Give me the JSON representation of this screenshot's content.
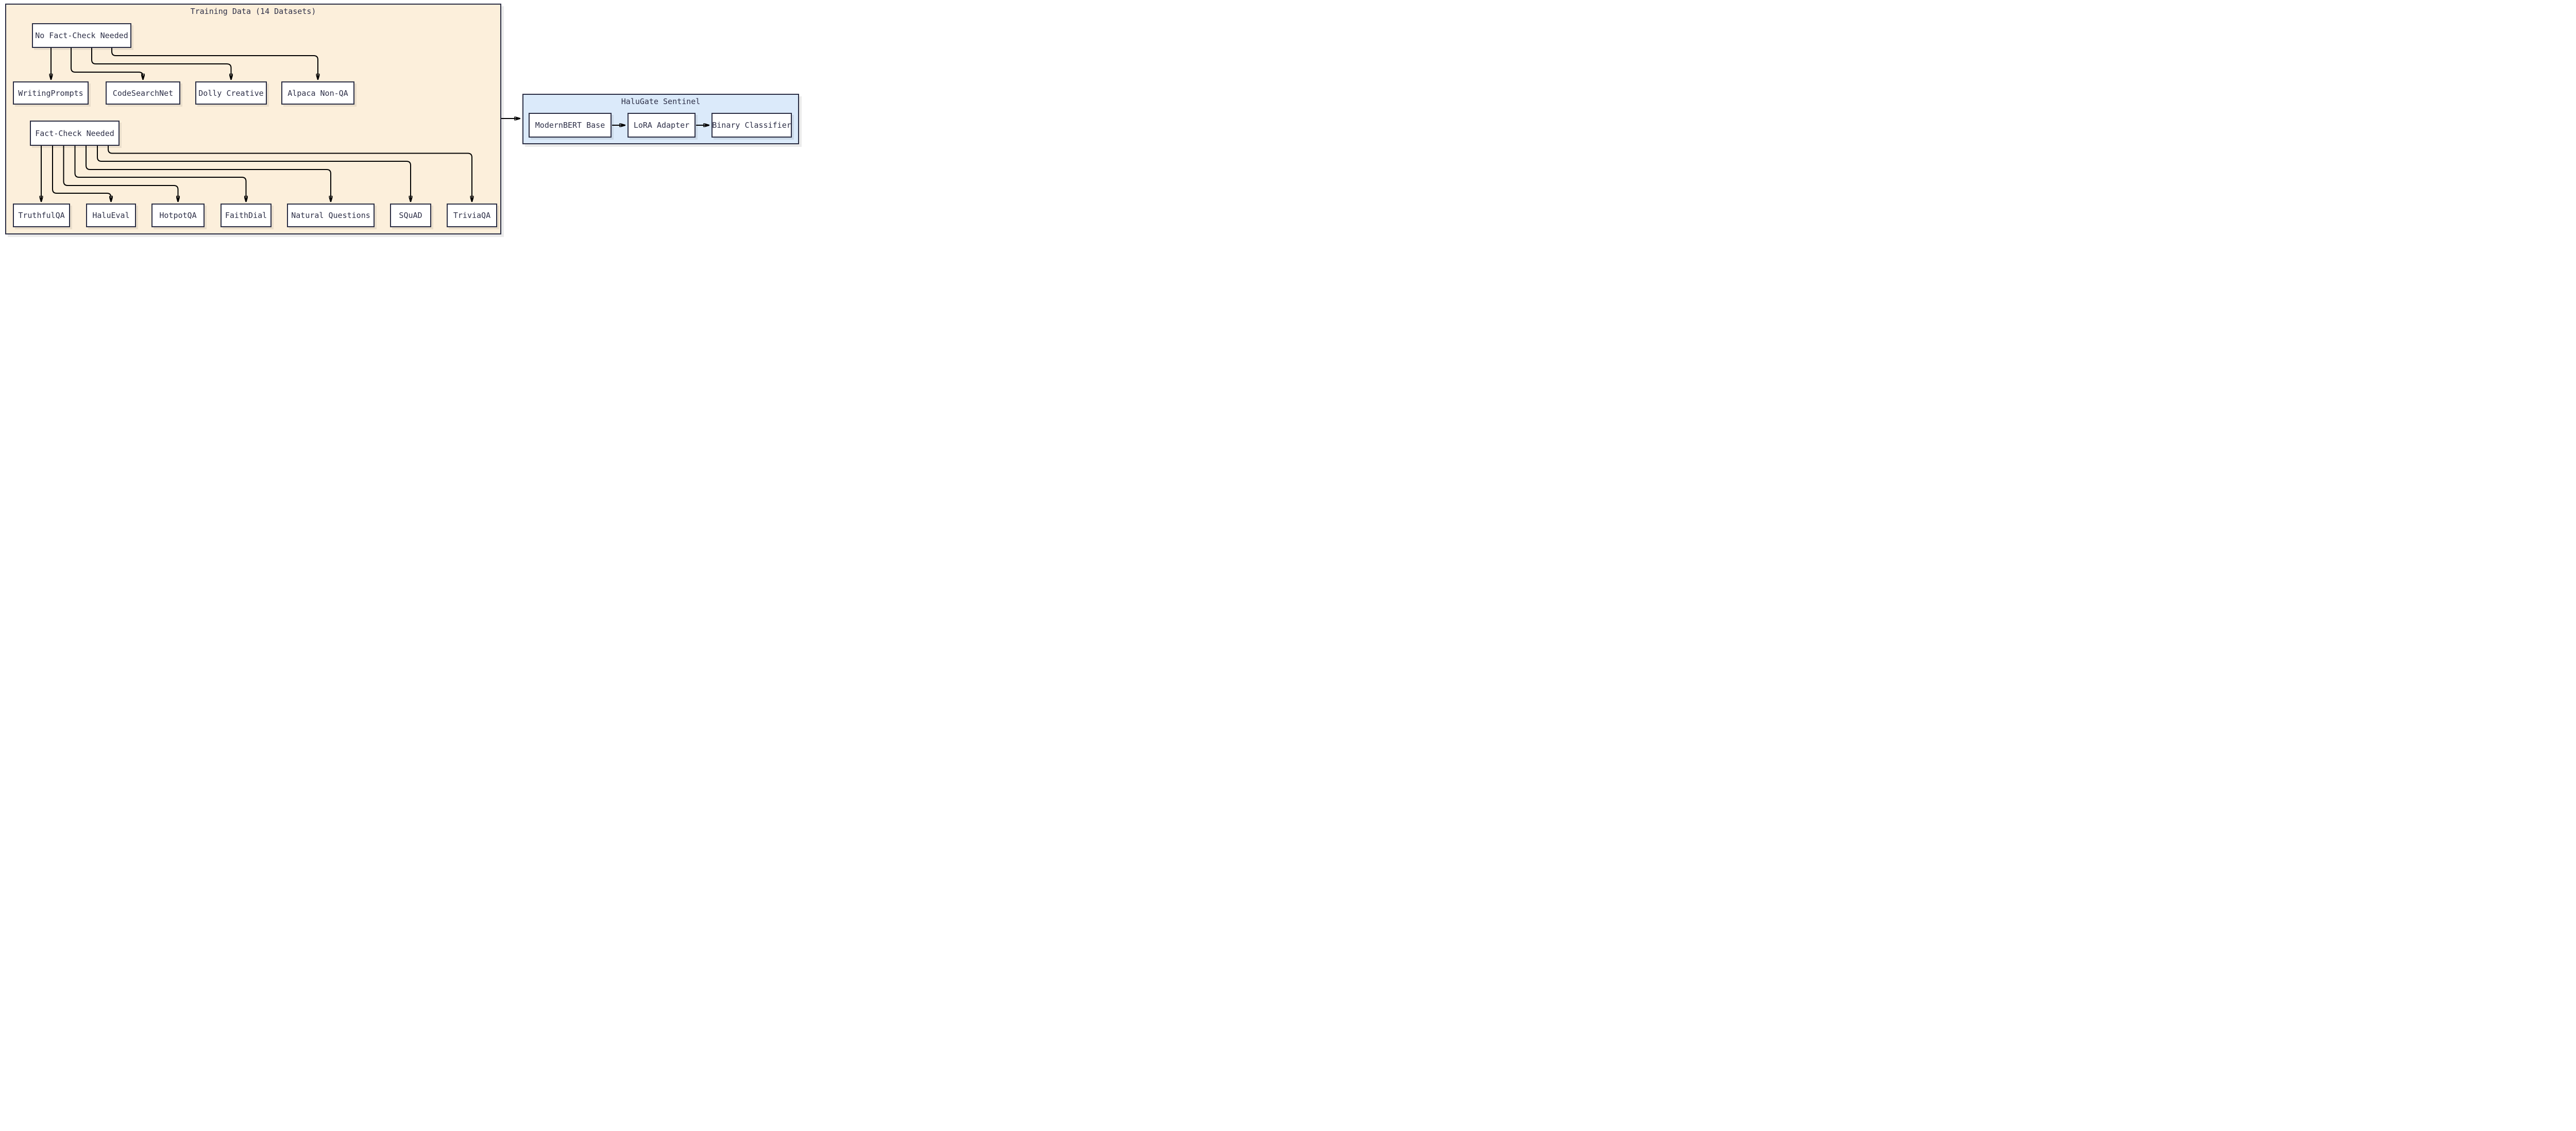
{
  "colors": {
    "page_background": "#ffffff",
    "training_container_fill": "#fcefdb",
    "model_container_fill": "#dbeafa",
    "node_fill": "#ffffff",
    "border": "#2a2d43",
    "edge": "#000000",
    "text": "#2e3048",
    "shadow": "rgba(0,0,0,0.08)"
  },
  "training": {
    "title": "Training Data (14 Datasets)",
    "groups": [
      {
        "label": "No Fact-Check Needed",
        "targets": [
          "WritingPrompts",
          "CodeSearchNet",
          "Dolly Creative",
          "Alpaca Non-QA"
        ]
      },
      {
        "label": "Fact-Check Needed",
        "targets": [
          "TruthfulQA",
          "HaluEval",
          "HotpotQA",
          "FaithDial",
          "Natural Questions",
          "SQuAD",
          "TriviaQA"
        ]
      }
    ]
  },
  "model": {
    "title": "HaluGate Sentinel",
    "pipeline": [
      "ModernBERT Base",
      "LoRA Adapter",
      "Binary Classifier"
    ]
  }
}
